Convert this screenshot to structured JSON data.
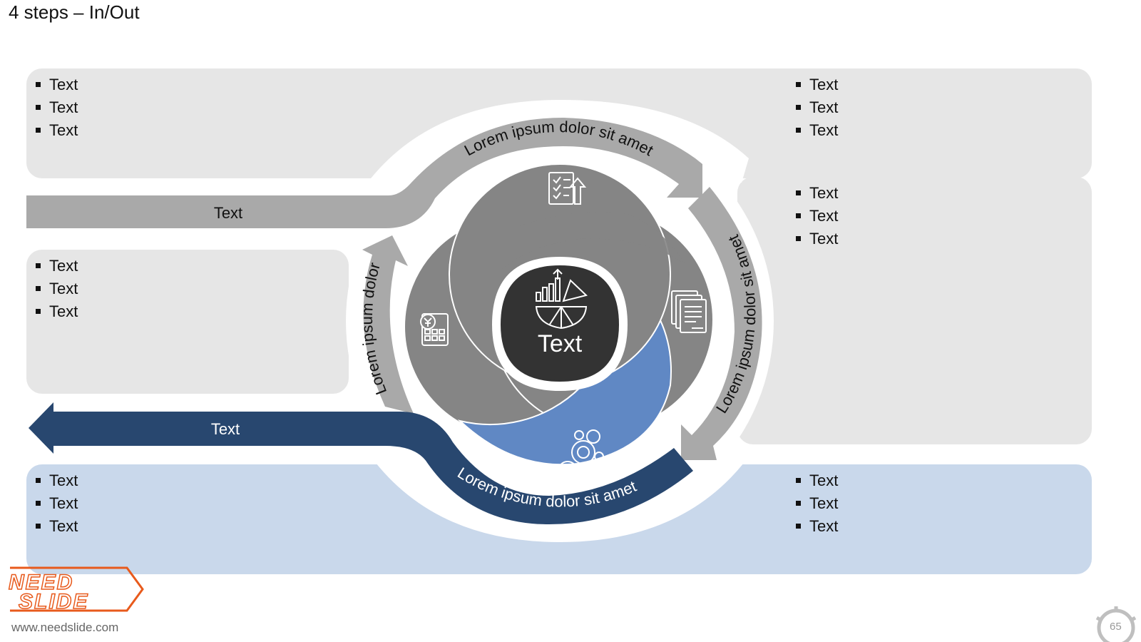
{
  "slide": {
    "title": "4 steps – In/Out"
  },
  "center": {
    "label": "Text"
  },
  "arcs": {
    "top": "Lorem ipsum dolor sit amet",
    "right": "Lorem ipsum dolor sit amet",
    "bottom": "Lorem ipsum dolor sit amet",
    "left": "Lorem ipsum dolor"
  },
  "arrows": {
    "input_label": "Text",
    "output_label": "Text"
  },
  "panels": {
    "top_left": [
      "Text",
      "Text",
      "Text"
    ],
    "top_right": [
      "Text",
      "Text",
      "Text"
    ],
    "middle_left": [
      "Text",
      "Text",
      "Text"
    ],
    "middle_right": [
      "Text",
      "Text",
      "Text"
    ],
    "bottom_left": [
      "Text",
      "Text",
      "Text"
    ],
    "bottom_right": [
      "Text",
      "Text",
      "Text"
    ]
  },
  "footer": {
    "logo_line1": "NEED",
    "logo_line2": "SLIDE",
    "website": "www.needslide.com",
    "page_number": "65"
  },
  "icons": [
    "checklist-upload-icon",
    "documents-icon",
    "gears-icon",
    "calculator-yen-icon",
    "chart-icon",
    "gear-page-icon"
  ],
  "colors": {
    "panel_gray": "#e6e6e6",
    "panel_blue": "#c9d8eb",
    "band_gray": "#a9a9a9",
    "ring_dark": "#858585",
    "accent_blue": "#6088c4",
    "navy": "#28476f",
    "center_dark": "#333333",
    "logo_orange": "#e85a1c"
  }
}
